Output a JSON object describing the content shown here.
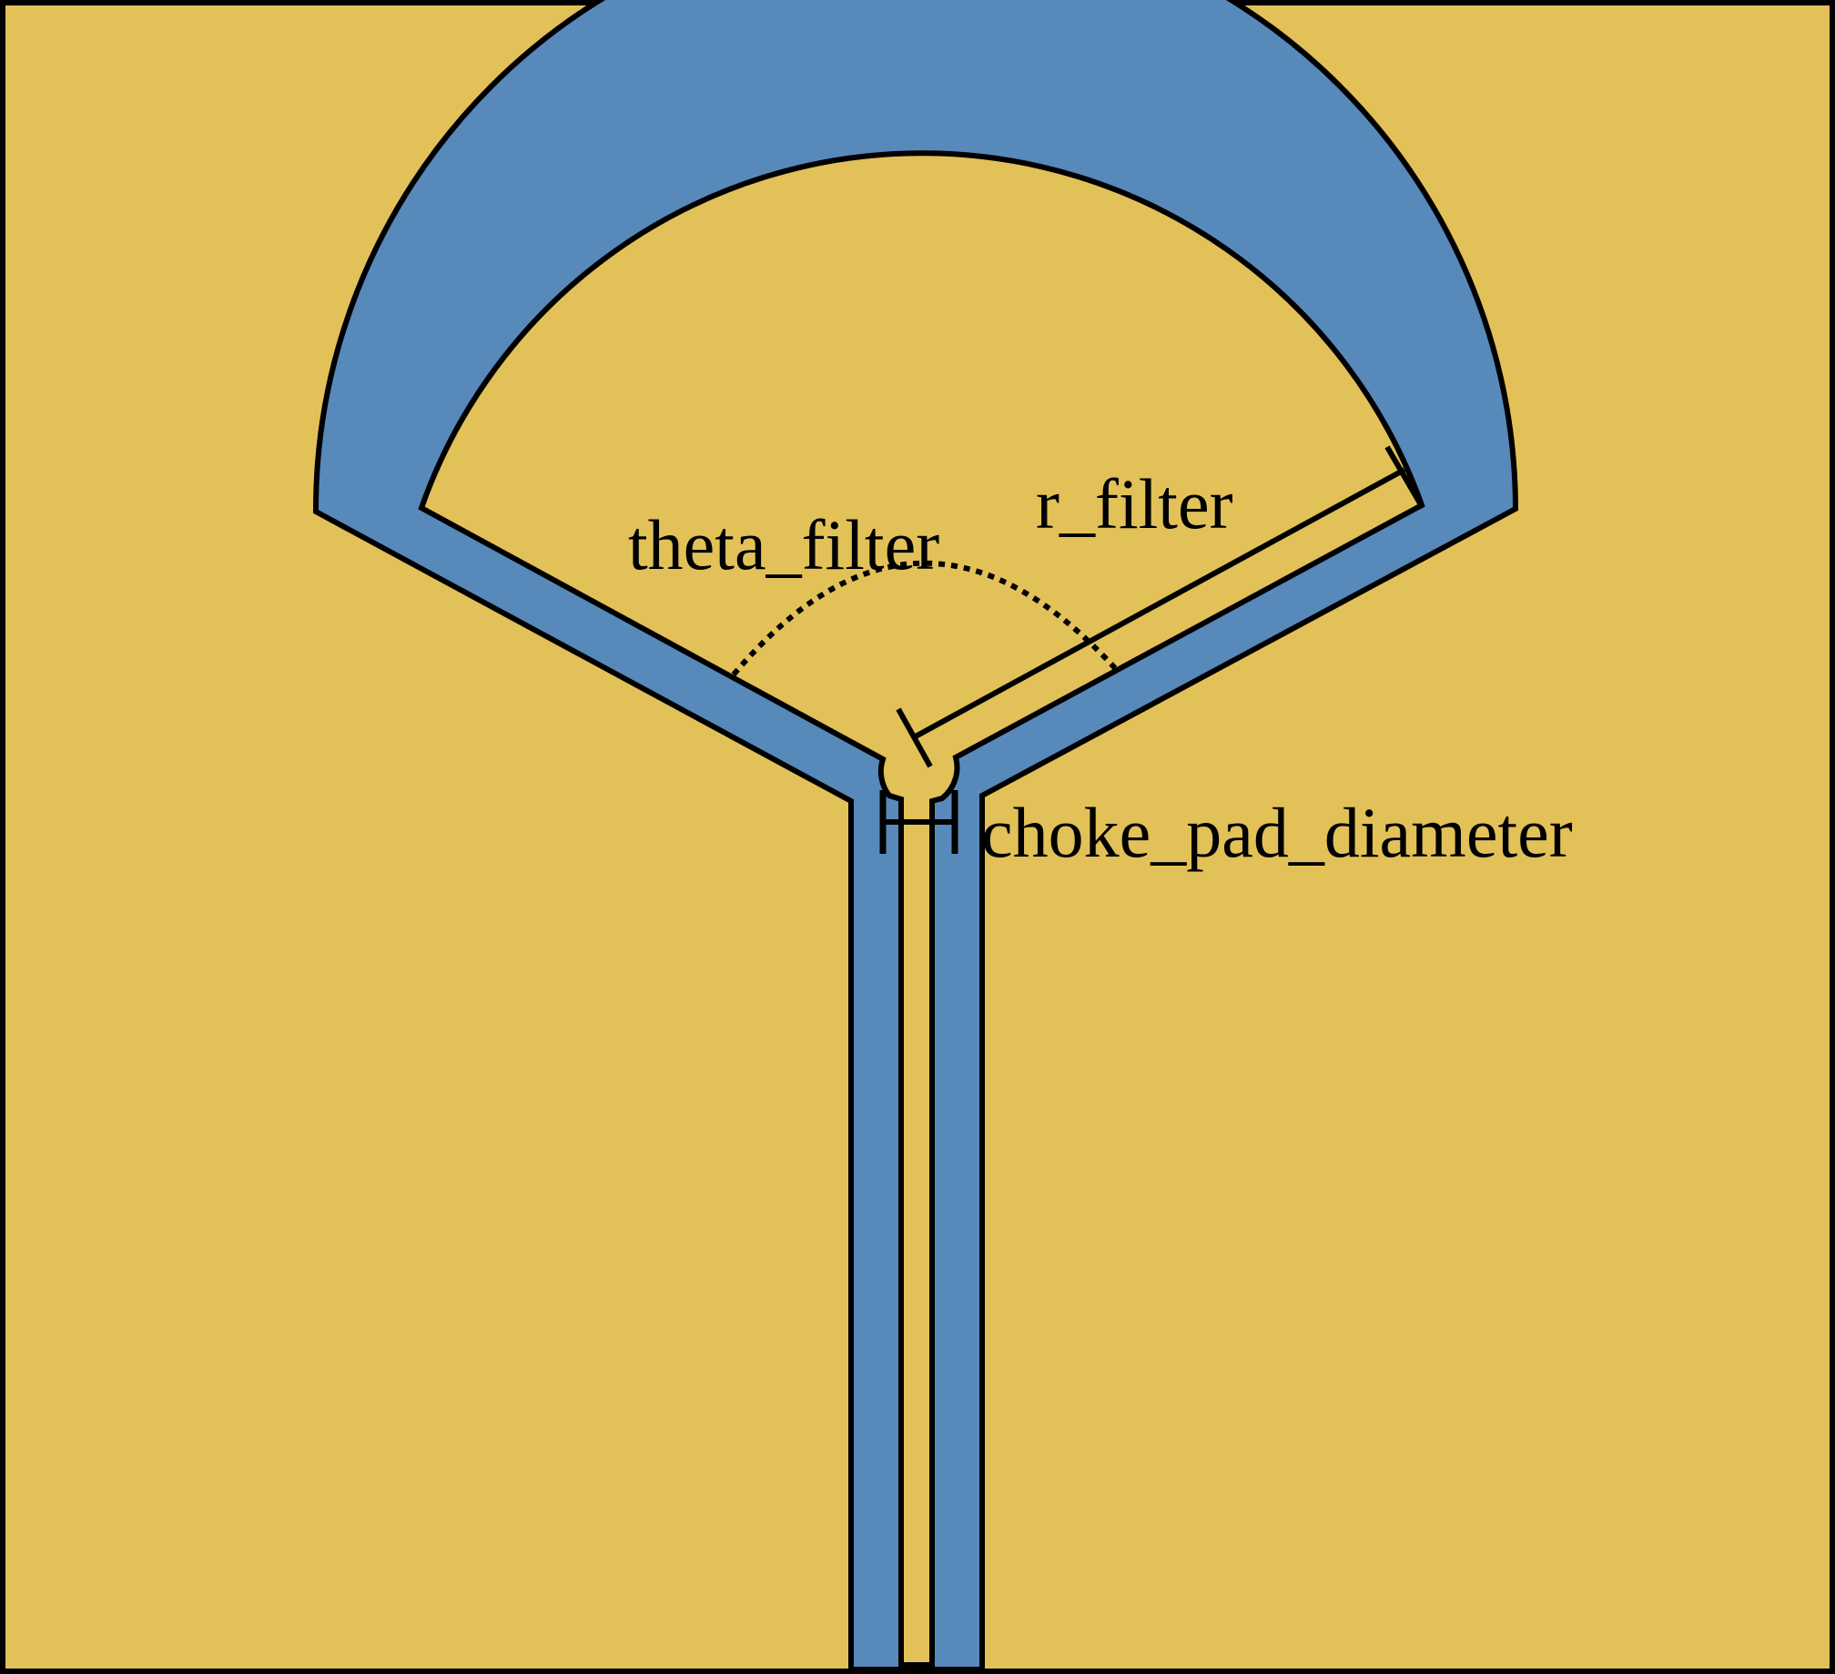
{
  "diagram": {
    "labels": {
      "theta": "theta_filter",
      "radius": "r_filter",
      "pad": "choke_pad_diameter"
    },
    "colors": {
      "metal": "#e2c158",
      "slot": "#5889bb",
      "stroke": "#000000"
    },
    "shapes": {
      "metal_plane": "ground-plane",
      "radial_stub_slot": "radial-stub",
      "feed_line_slot": "cpw-feed",
      "choke_pad": "circular-pad"
    }
  }
}
